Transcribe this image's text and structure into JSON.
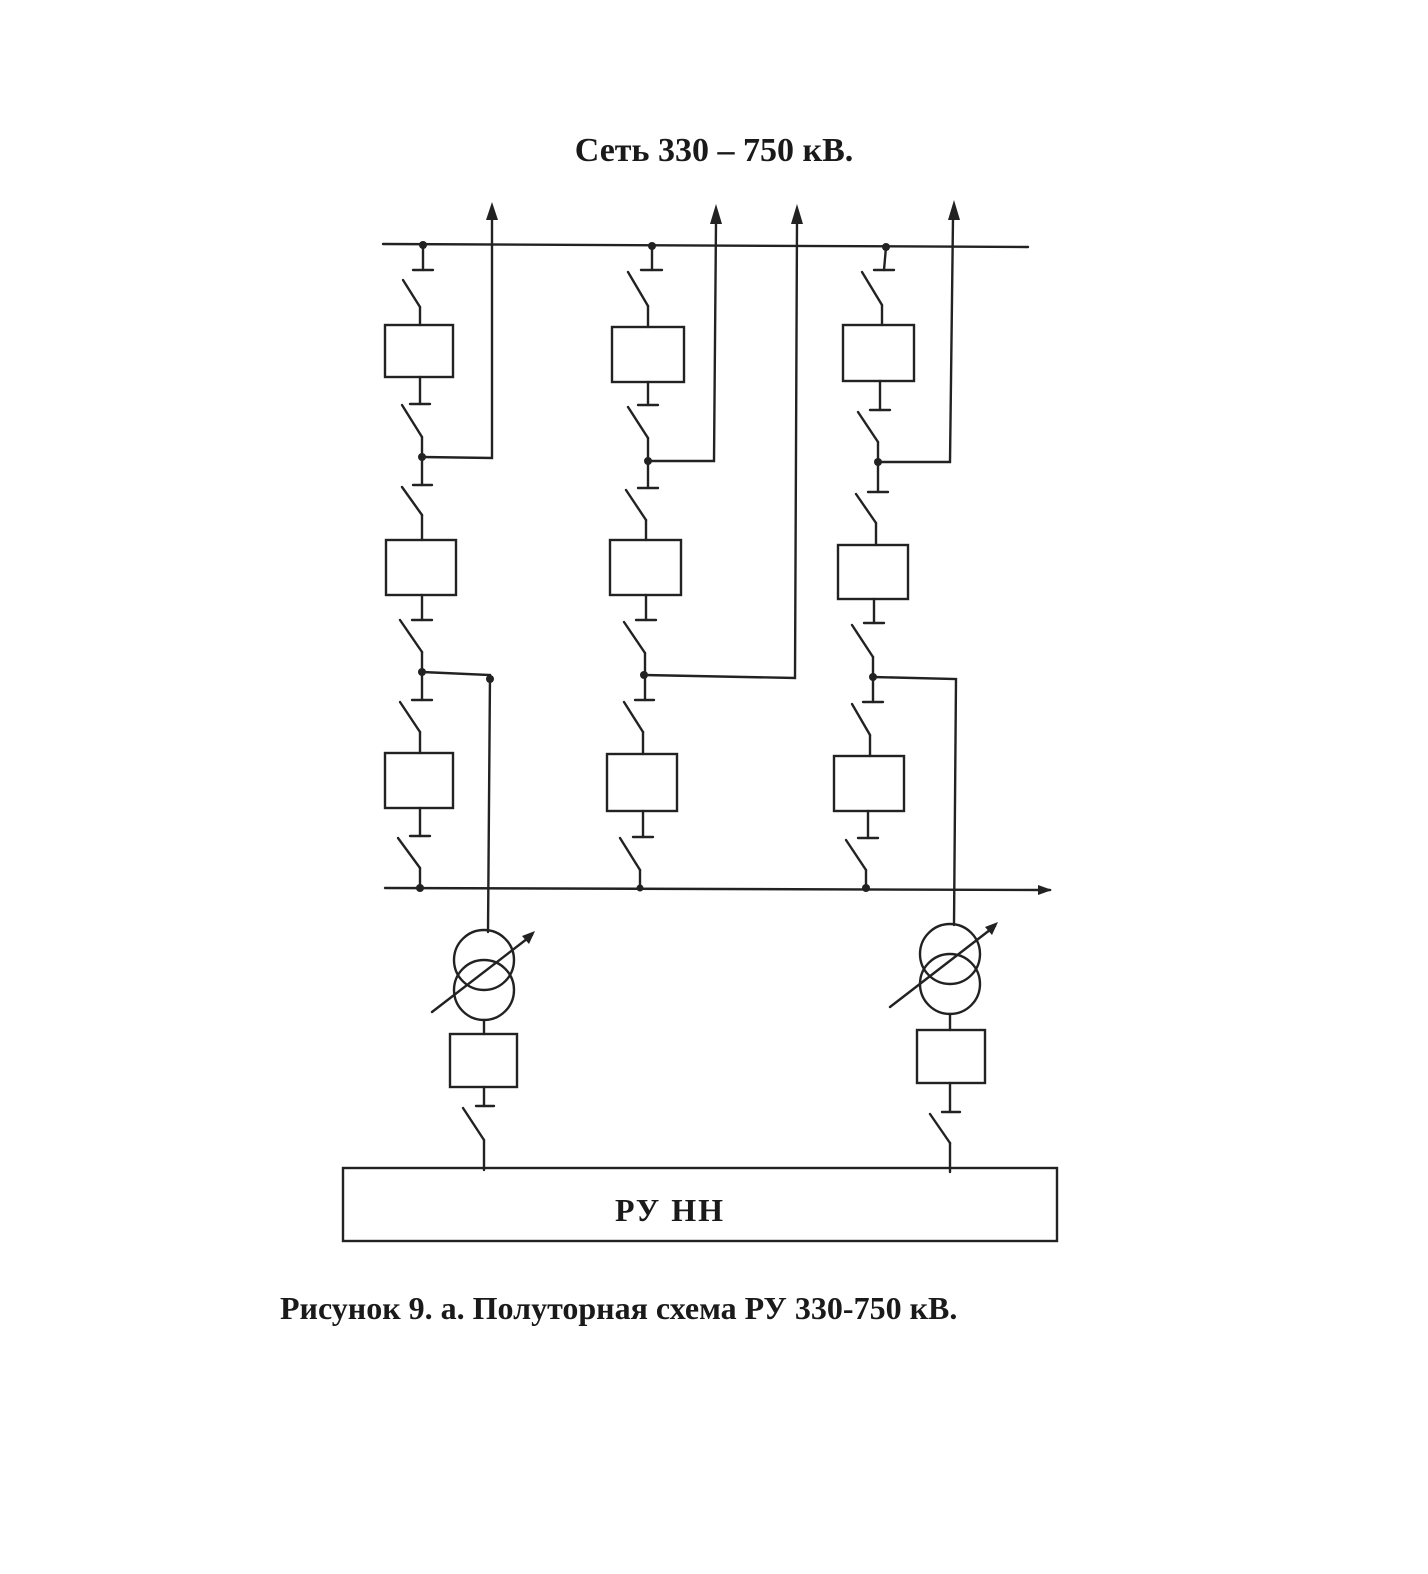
{
  "title": "Сеть  330 – 750 кВ.",
  "ru_label": "РУ  НН",
  "caption": "Рисунок 9. а. Полуторная схема РУ 330-750 кВ.",
  "line_color": "#222222"
}
